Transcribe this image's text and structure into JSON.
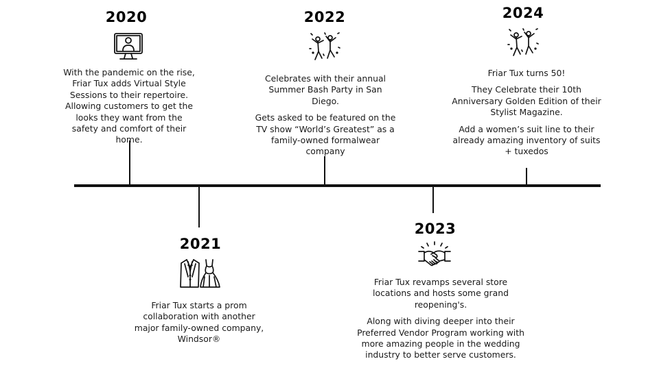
{
  "events": [
    {
      "year": "2020",
      "icon": "computer-video-call-icon",
      "paragraphs": [
        "With the pandemic on the rise, Friar Tux adds Virtual Style Sessions to their repertoire. Allowing customers to get the looks they want from the safety and comfort of their home."
      ]
    },
    {
      "year": "2021",
      "icon": "tuxedo-and-dress-icon",
      "paragraphs": [
        "Friar Tux starts a prom collaboration with another major family-owned company, Windsor®"
      ]
    },
    {
      "year": "2022",
      "icon": "celebrating-people-icon",
      "paragraphs": [
        "Celebrates with their annual Summer Bash Party in San Diego.",
        "Gets asked to be featured on the TV show “World’s Greatest” as a family-owned formalwear company"
      ]
    },
    {
      "year": "2023",
      "icon": "handshake-icon",
      "paragraphs": [
        "Friar Tux revamps several store locations and hosts some grand reopening's.",
        "Along with diving deeper into their Preferred Vendor Program working with more amazing people in the wedding industry to better serve customers."
      ]
    },
    {
      "year": "2024",
      "icon": "celebrating-people-icon",
      "paragraphs": [
        "Friar Tux turns 50!",
        "They Celebrate their 10th Anniversary Golden Edition of their Stylist Magazine.",
        "Add a women’s suit line to their already amazing inventory of suits + tuxedos"
      ]
    }
  ]
}
